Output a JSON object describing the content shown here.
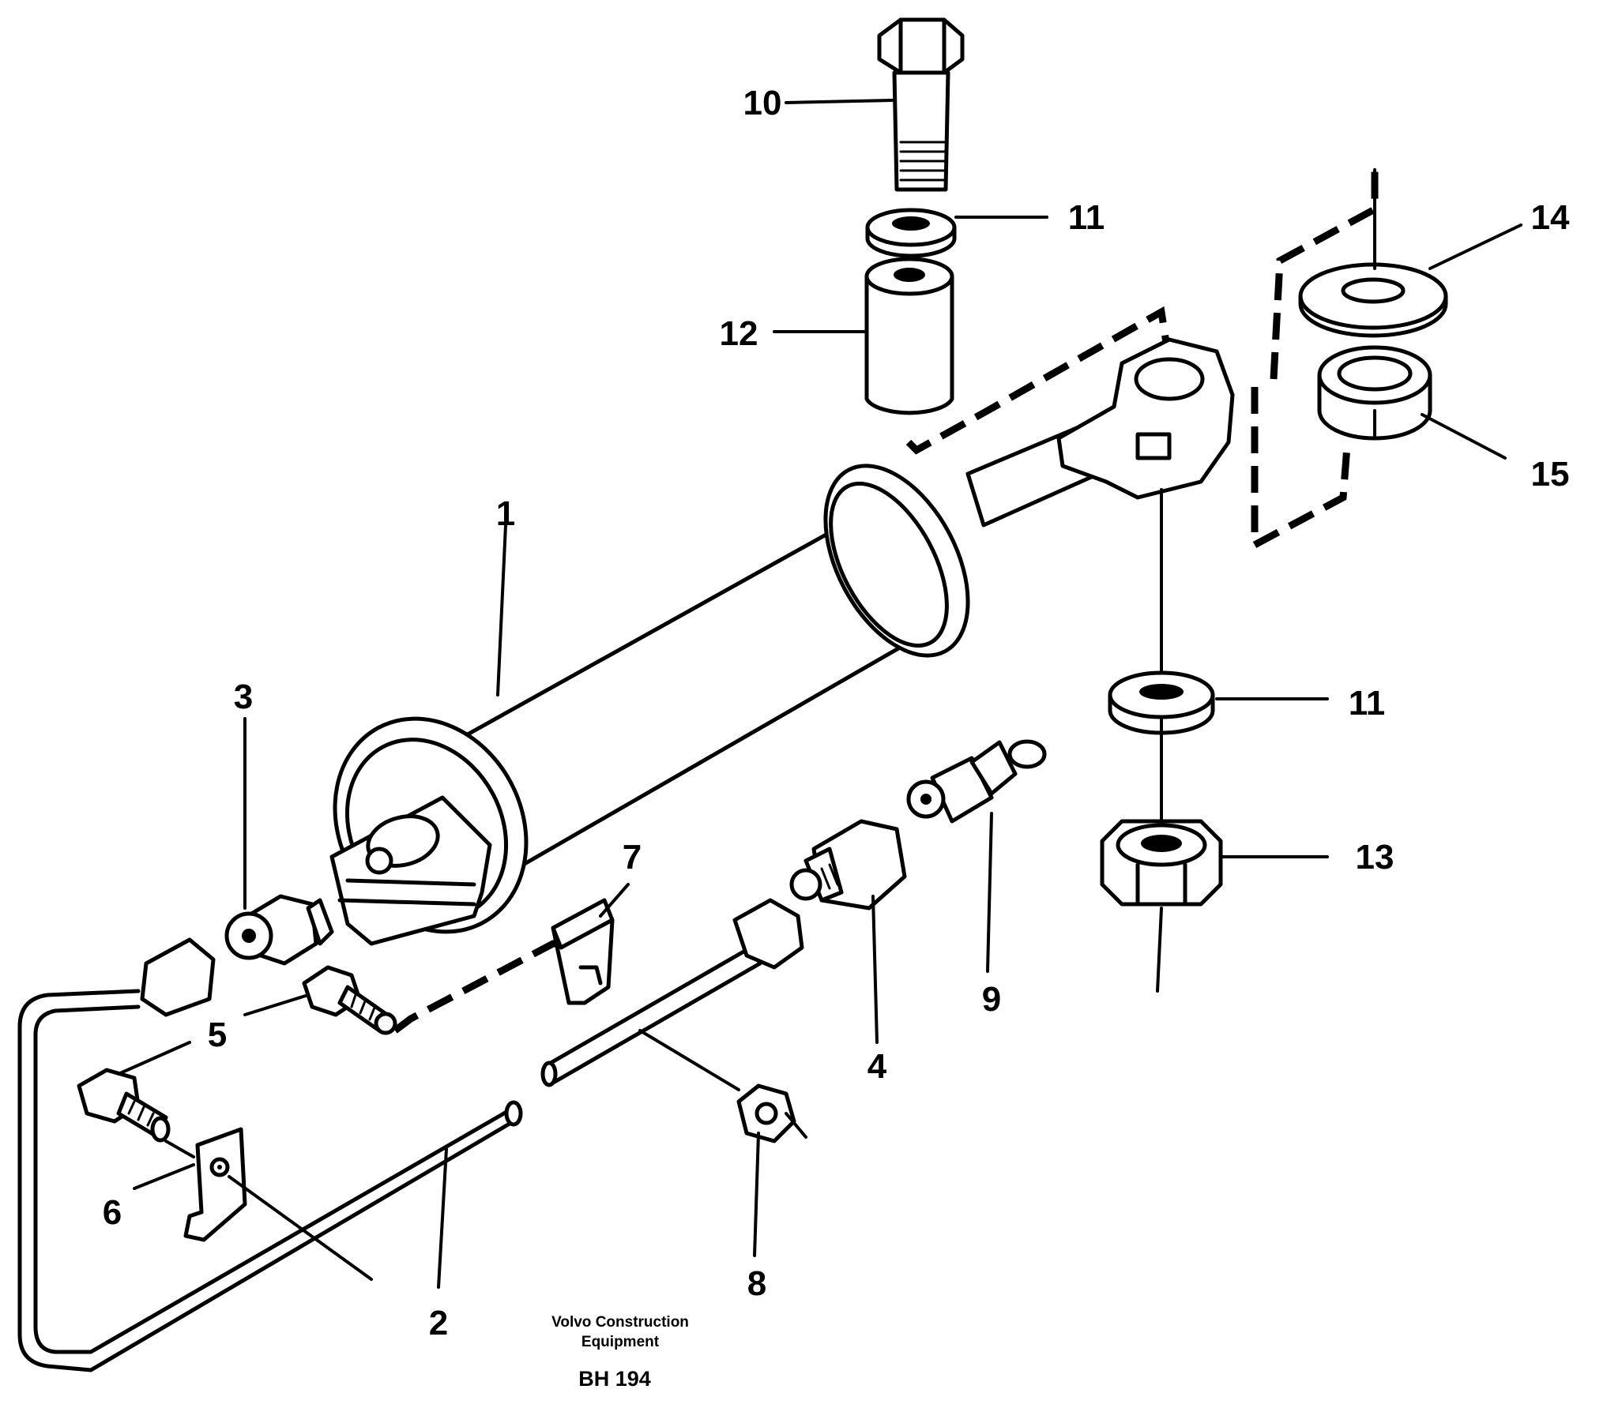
{
  "diagram": {
    "labels": {
      "p1": "1",
      "p2": "2",
      "p3": "3",
      "p4": "4",
      "p5": "5",
      "p6": "6",
      "p7": "7",
      "p8": "8",
      "p9": "9",
      "p10": "10",
      "p11a": "11",
      "p11b": "11",
      "p12": "12",
      "p13": "13",
      "p14": "14",
      "p15": "15"
    },
    "caption": {
      "line1": "Volvo Construction",
      "line2": "Equipment",
      "code": "BH 194"
    }
  }
}
